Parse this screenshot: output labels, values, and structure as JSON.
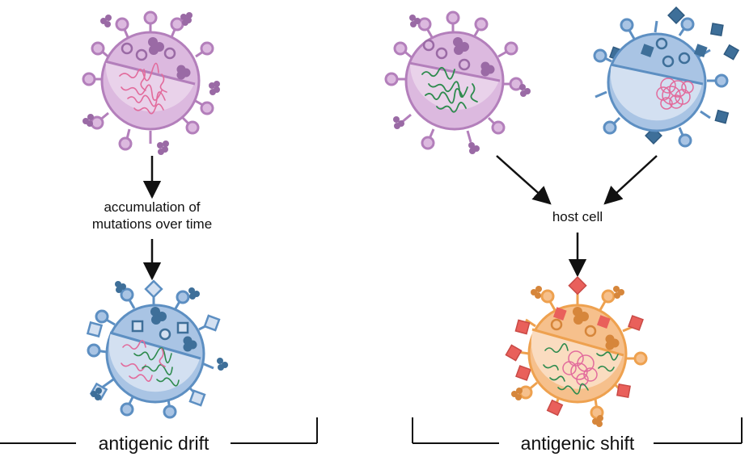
{
  "labels": {
    "drift_step_line1": "accumulation of",
    "drift_step_line2": "mutations over time",
    "host_cell": "host cell",
    "antigenic_drift": "antigenic drift",
    "antigenic_shift": "antigenic shift"
  },
  "colors": {
    "purple_fill": "#dcb9df",
    "purple_stroke": "#b37fbb",
    "purple_inner": "#e9d2ea",
    "purple_protein": "#9a6aa5",
    "blue_fill": "#a9c4e4",
    "blue_stroke": "#5d8fc2",
    "blue_inner": "#d3e0f1",
    "blue_protein": "#3e6f99",
    "orange_fill": "#f6c08c",
    "orange_stroke": "#eea14f",
    "orange_inner": "#fadcc0",
    "orange_protein": "#d6863b",
    "red_protein": "#e9605b",
    "rna_pink": "#e26b9c",
    "rna_green": "#2e8b4e"
  }
}
